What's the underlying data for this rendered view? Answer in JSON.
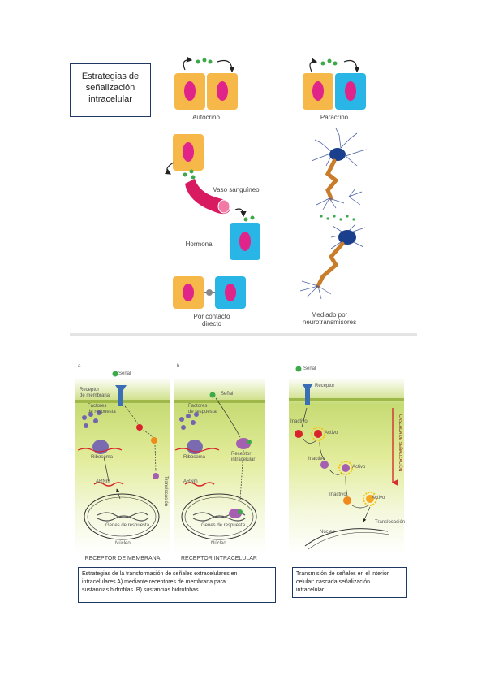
{
  "top": {
    "title_lines": [
      "Estrategias de",
      "señalización",
      "intracelular"
    ],
    "labels": {
      "autocrine": "Autocrino",
      "paracrine": "Paracrino",
      "vessel": "Vaso sanguíneo",
      "hormonal": "Hormonal",
      "contact_line1": "Por contacto",
      "contact_line2": "directo",
      "neuro_line1": "Mediado por",
      "neuro_line2": "neurotransmisores"
    }
  },
  "panel_a": {
    "letter": "a",
    "signal": "Señal",
    "receptor_line1": "Receptor",
    "receptor_line2": "de membrana",
    "factors_line1": "Factores",
    "factors_line2": "de respuesta",
    "ribosome": "Ribosoma",
    "mrna": "ARNm",
    "translocation": "Translocación",
    "genes": "Genes de respuesta",
    "nucleus": "Núcleo",
    "footer": "RECEPTOR DE MEMBRANA"
  },
  "panel_b": {
    "letter": "b",
    "signal": "Señal",
    "factors_line1": "Factores",
    "factors_line2": "de respuesta",
    "ribosome": "Ribosoma",
    "receptor_line1": "Receptor",
    "receptor_line2": "intracelular",
    "mrna": "ARNm",
    "genes": "Genes de respuesta",
    "nucleus": "Núcleo",
    "footer": "RECEPTOR INTRACELULAR"
  },
  "panel_c": {
    "signal": "Señal",
    "receptor": "Receptor",
    "inactive": "Inactivo",
    "active": "Activo",
    "cascade": "CASCADA DE SEÑALIZACIÓN",
    "translocation": "Translocación",
    "nucleus": "Núcleo"
  },
  "captions": {
    "left": [
      "Estrategias de la transformación de señales extracelulares en",
      "intracelulares A) mediante receptores de membrana para",
      "sustancias hidrofilas. B) sustancias hidrofobas"
    ],
    "right": [
      "Transmisión de señales en el interior",
      "celular: cascada señalización",
      "intracelular"
    ]
  },
  "colors": {
    "cell_orange": "#f7b84a",
    "cell_blue": "#29b6e6",
    "nucleus_pink": "#e0248a",
    "signal_green": "#3daa4a",
    "vessel_red": "#d81b60",
    "axon_orange": "#c97c2a",
    "neuron_blue": "#1a3f8c",
    "receptor_blue": "#3b6fb5",
    "panel_green": "#c6db74",
    "cascade_red": "#d32f2f"
  }
}
